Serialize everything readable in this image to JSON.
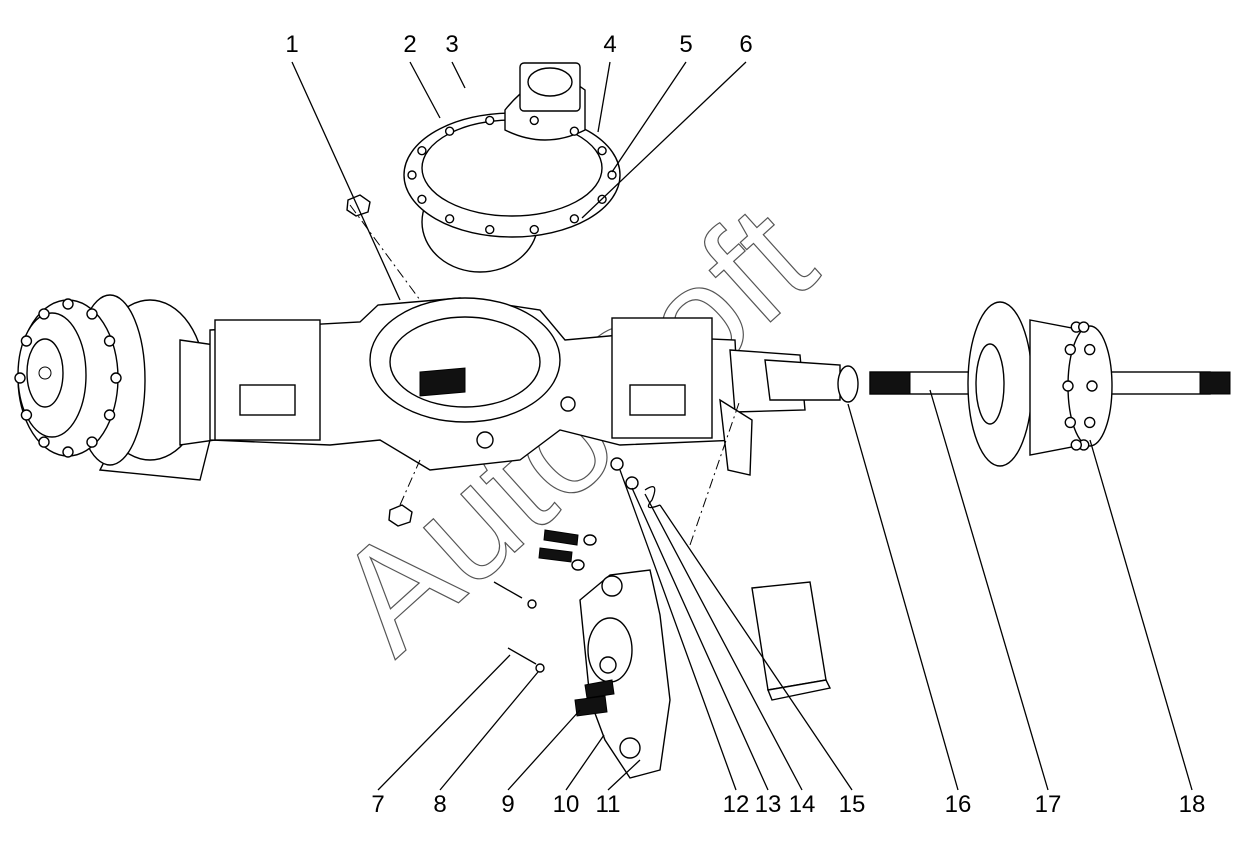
{
  "watermark": "AutoSoft",
  "callouts": [
    "1",
    "2",
    "3",
    "4",
    "5",
    "6",
    "7",
    "8",
    "9",
    "10",
    "11",
    "12",
    "13",
    "14",
    "15",
    "16",
    "17",
    "18"
  ]
}
